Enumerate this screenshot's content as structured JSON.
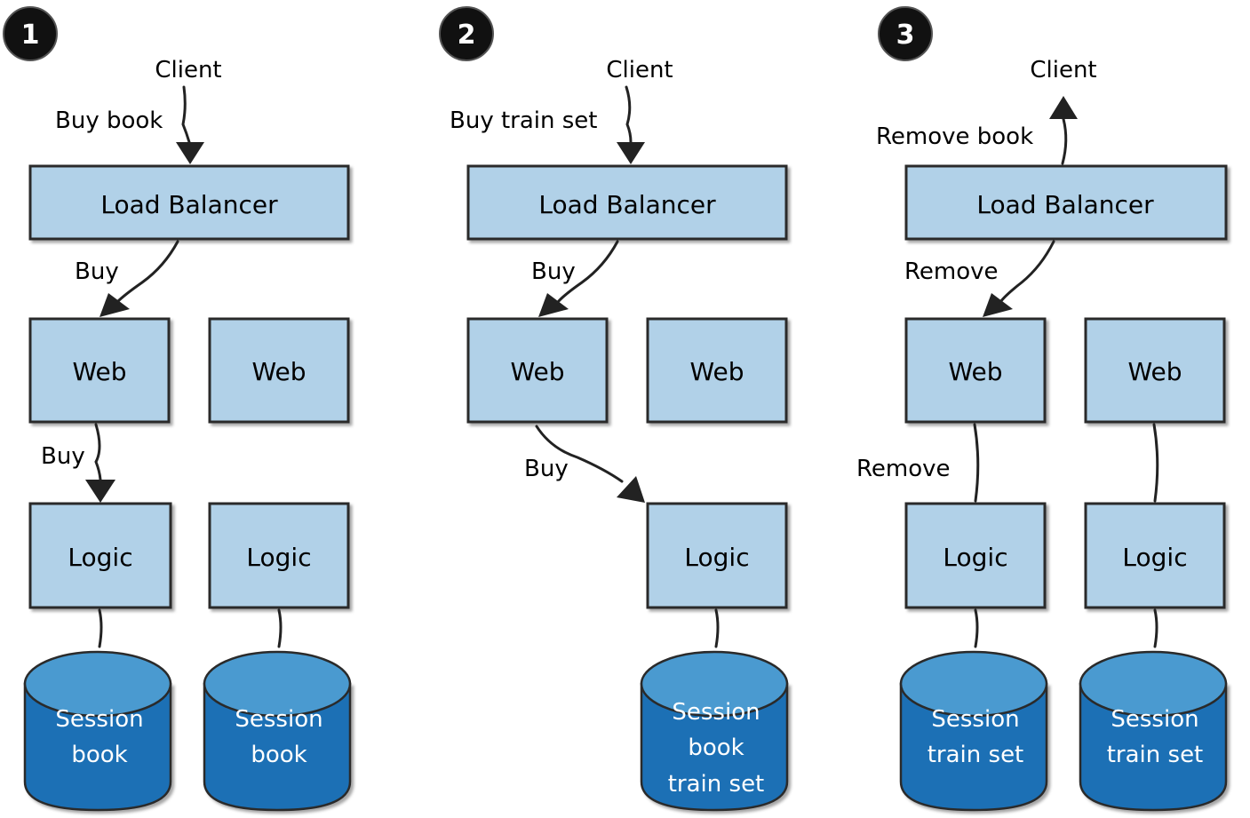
{
  "colors": {
    "box_fill": "#b1d1e8",
    "box_stroke": "#2a2a2a",
    "db_body": "#1a6fb5",
    "db_top": "#4a9ad0",
    "db_text": "#ffffff",
    "connector": "#222222",
    "badge": "#111111"
  },
  "panels": [
    {
      "step": "1",
      "client": "Client",
      "request_label": "Buy book",
      "load_balancer": "Load Balancer",
      "lb_to_web_label": "Buy",
      "web_to_logic_label": "Buy",
      "webs": [
        "Web",
        "Web"
      ],
      "logics": [
        "Logic",
        "Logic"
      ],
      "sessions": [
        [
          "Session",
          "book"
        ],
        [
          "Session",
          "book"
        ]
      ]
    },
    {
      "step": "2",
      "client": "Client",
      "request_label": "Buy train set",
      "load_balancer": "Load Balancer",
      "lb_to_web_label": "Buy",
      "web_to_logic_label": "Buy",
      "webs": [
        "Web",
        "Web"
      ],
      "logics": [
        "Logic"
      ],
      "sessions": [
        [
          "Session",
          "book",
          "train set"
        ]
      ]
    },
    {
      "step": "3",
      "client": "Client",
      "request_label": "Remove book",
      "load_balancer": "Load Balancer",
      "lb_to_web_label": "Remove",
      "web_to_logic_label": "Remove",
      "webs": [
        "Web",
        "Web"
      ],
      "logics": [
        "Logic",
        "Logic"
      ],
      "sessions": [
        [
          "Session",
          "train set"
        ],
        [
          "Session",
          "train set"
        ]
      ]
    }
  ]
}
